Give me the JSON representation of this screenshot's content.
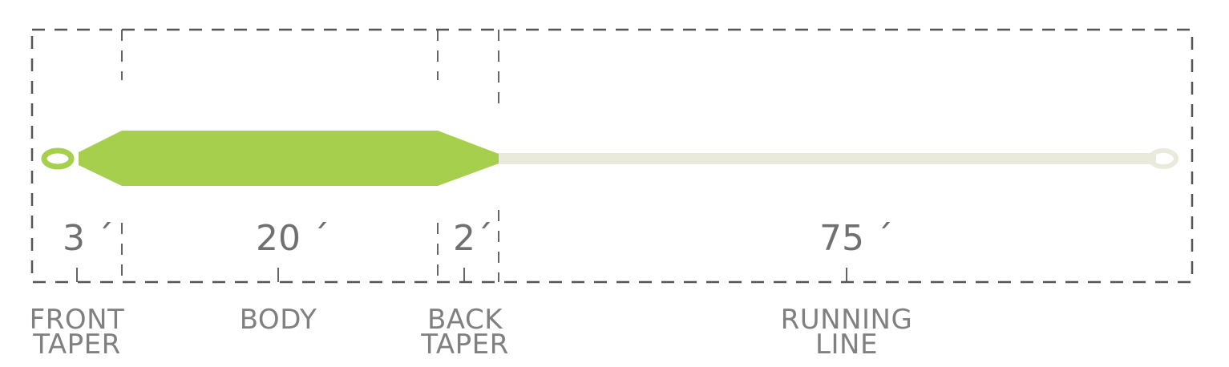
{
  "colors": {
    "head": "#a6cf4e",
    "running_line": "#e9eadc",
    "dashes": "#555555",
    "text": "#707070"
  },
  "segments": [
    {
      "length": "3 ´",
      "label_line1": "FRONT",
      "label_line2": "TAPER"
    },
    {
      "length": "20 ´",
      "label_line1": "BODY",
      "label_line2": ""
    },
    {
      "length": "2´",
      "label_line1": "BACK",
      "label_line2": "TAPER"
    },
    {
      "length": "75 ´",
      "label_line1": "RUNNING",
      "label_line2": "LINE"
    }
  ]
}
